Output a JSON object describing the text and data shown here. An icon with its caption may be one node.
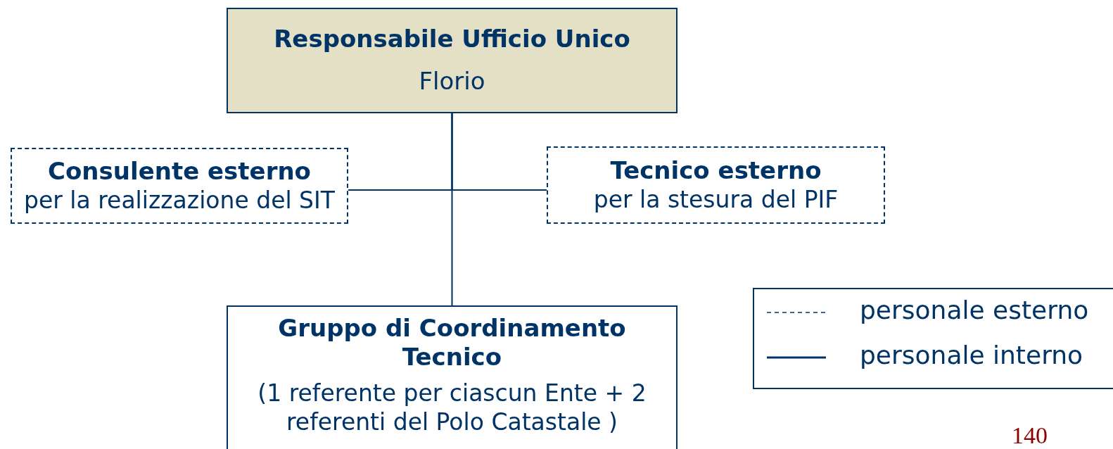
{
  "diagram": {
    "nodes": [
      {
        "text": [
          "Responsabile Ufficio Unico",
          "Florio"
        ]
      },
      {
        "text": [
          "Consulente esterno",
          "per la realizzazione del SIT"
        ]
      },
      {
        "text": [
          "Tecnico esterno",
          "per la stesura del PIF"
        ]
      },
      {
        "text": [
          "Gruppo di Coordinamento Tecnico",
          "(1 referente per ciascun Ente + 2 referenti del Polo Catastale )"
        ]
      }
    ],
    "edges": [
      {
        "from": 0,
        "to": 3,
        "arrow": "none"
      },
      {
        "from": 0,
        "to": 1,
        "arrow": "none"
      },
      {
        "from": 0,
        "to": 2,
        "arrow": "none"
      }
    ],
    "labels": [
      "140"
    ],
    "legend": [
      {
        "text": "personale esterno"
      },
      {
        "text": "personale interno"
      }
    ]
  }
}
